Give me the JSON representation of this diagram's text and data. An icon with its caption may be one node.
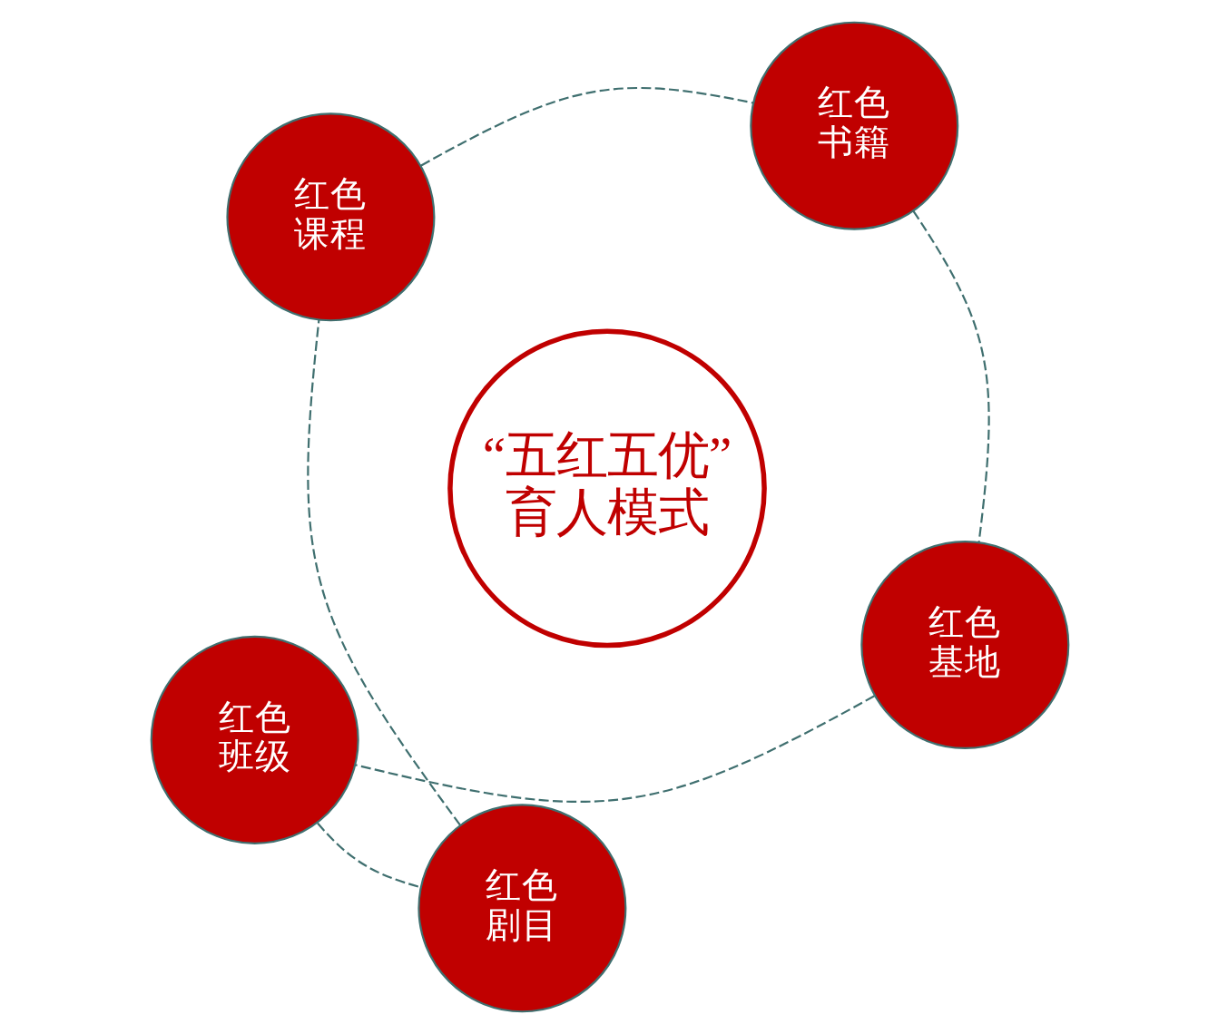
{
  "diagram": {
    "nodes": [
      {
        "text": [
          "红色班级"
        ]
      },
      {
        "text": [
          "红色基地"
        ]
      },
      {
        "text": [
          "红色剧目"
        ]
      },
      {
        "text": [
          "“五红五优”",
          "育人模式"
        ]
      },
      {
        "text": [
          "红色书籍"
        ]
      },
      {
        "text": [
          "红色课程"
        ]
      }
    ],
    "edges": [
      {
        "from": 0,
        "to": 2,
        "arrow": "none",
        "style": "dashed"
      },
      {
        "from": 2,
        "to": 5,
        "arrow": "none",
        "style": "dashed"
      },
      {
        "from": 5,
        "to": 4,
        "arrow": "none",
        "style": "dashed"
      },
      {
        "from": 4,
        "to": 1,
        "arrow": "none",
        "style": "dashed"
      },
      {
        "from": 1,
        "to": 0,
        "arrow": "none",
        "style": "dashed"
      }
    ]
  }
}
